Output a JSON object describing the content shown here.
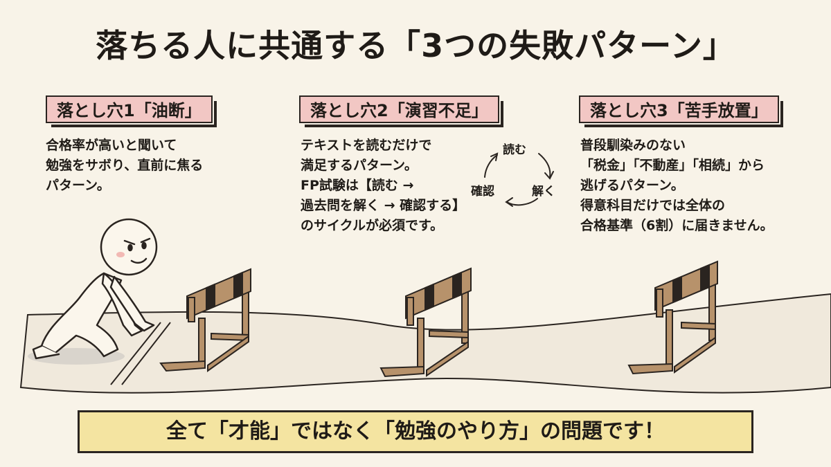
{
  "title": "落ちる人に共通する「3つの失敗パターン」",
  "pitfalls": [
    {
      "heading": "落とし穴1「油断」",
      "lines": [
        "合格率が高いと聞いて",
        "勉強をサボり、直前に焦る",
        "パターン。"
      ]
    },
    {
      "heading": "落とし穴2「演習不足」",
      "lines": [
        "テキストを読むだけで",
        "満足するパターン。",
        "FP試験は【読む →",
        "過去問を解く → 確認する】",
        "のサイクルが必須です。"
      ]
    },
    {
      "heading": "落とし穴3「苦手放置」",
      "lines": [
        "普段馴染みのない",
        "「税金」「不動産」「相続」から",
        "逃げるパターン。",
        "得意科目だけでは全体の",
        "合格基準（6割）に届きません。"
      ]
    }
  ],
  "cycle": {
    "read": "読む",
    "solve": "解く",
    "confirm": "確認"
  },
  "banner": "全て「才能」ではなく「勉強のやり方」の問題です！",
  "colors": {
    "heading_bg": "#f2c7c4",
    "banner_bg": "#f4e4a1",
    "background": "#f8f3e8",
    "hurdle_wood": "#b7926b"
  }
}
